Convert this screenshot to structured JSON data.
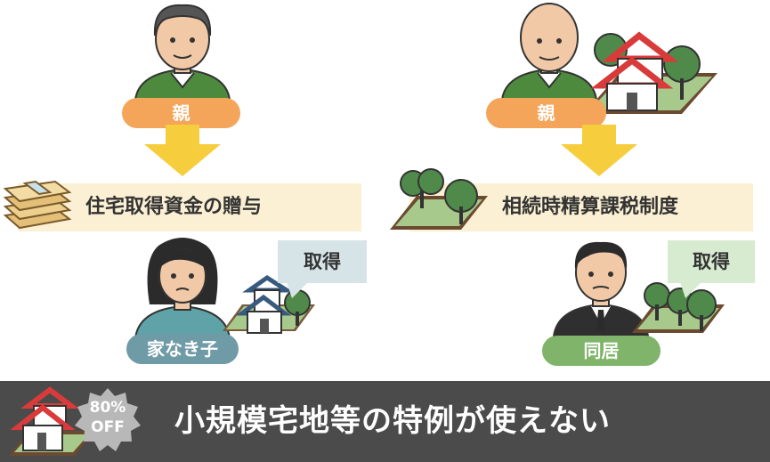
{
  "left": {
    "parent_label": "親",
    "method": "住宅取得資金の贈与",
    "bubble": "取得",
    "child_label": "家なき子"
  },
  "right": {
    "parent_label": "親",
    "method": "相続時精算課税制度",
    "bubble": "取得",
    "child_label": "同居"
  },
  "footer": {
    "badge_top": "80%",
    "badge_bottom": "OFF",
    "message": "小規模宅地等の特例が使えない"
  },
  "colors": {
    "orange_pill": "#f5a55a",
    "teal_pill": "#6f9ba7",
    "green_pill": "#7fb46a",
    "arrow": "#f6cd3c",
    "band": "#fbf0d3",
    "bubble_left": "#d6e4e8",
    "bubble_right": "#d7ebd0",
    "footer_bg": "#4b4b4b"
  }
}
